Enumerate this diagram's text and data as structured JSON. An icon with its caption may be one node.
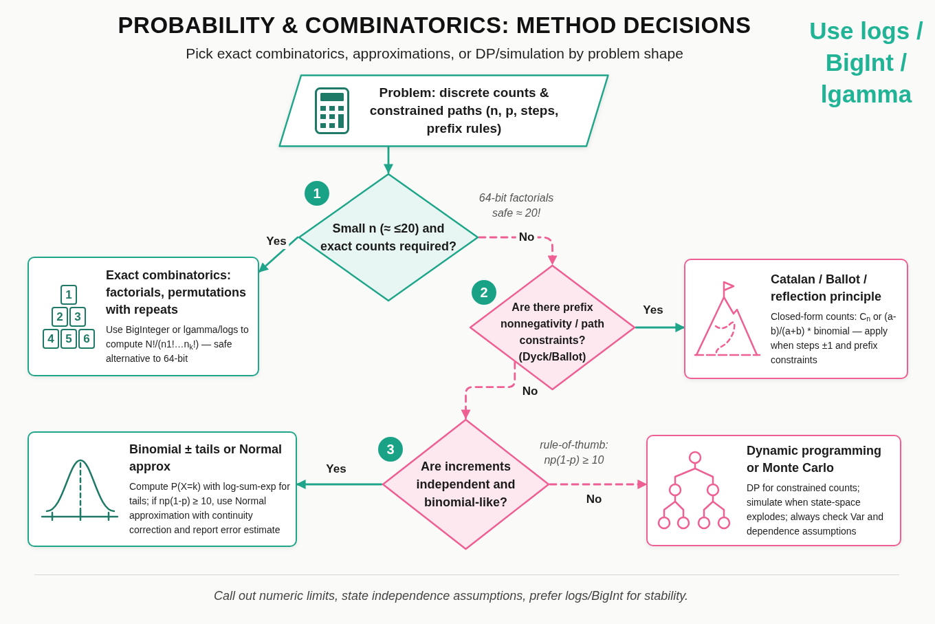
{
  "diagram": {
    "title": "PROBABILITY & COMBINATORICS: METHOD DECISIONS",
    "caption": "Call out numeric limits, state independence assumptions, prefer logs/BigInt for stability.",
    "nodes": [
      {
        "text": [
          "Problem: discrete counts & constrained paths (n, p, steps, prefix rules)"
        ]
      },
      {
        "text": [
          "Small n (≈ ≤20) and exact counts required?"
        ],
        "beside": [
          "1"
        ]
      },
      {
        "text": [
          "Exact combinatorics: factorials, permutations with repeats",
          "Use BigInteger or lgamma/logs to compute N!/(n1!…n$_{k}$!) — safe alternative to 64-bit"
        ]
      },
      {
        "text": [
          "Are there prefix nonnegativity / path constraints? (Dyck/Ballot)"
        ],
        "beside": [
          "2"
        ]
      },
      {
        "text": [
          "Catalan / Ballot / reflection principle",
          "Closed-form counts: C$_{n}$ or (a-b)/(a+b) * binomial — apply when steps ±1 and prefix constraints"
        ]
      },
      {
        "text": [
          "Are increments independent and binomial-like?"
        ],
        "beside": [
          "3"
        ]
      },
      {
        "text": [
          "Binomial ± tails or Normal approx",
          "Compute P(X=k) with log-sum-exp for tails; if np(1-p) ≥ 10, use Normal approximation with continuity correction and report error estimate"
        ]
      },
      {
        "text": [
          "Dynamic programming or Monte Carlo",
          "DP for constrained counts; simulate when state-space explodes; always check Var and dependence assumptions"
        ]
      }
    ],
    "edges": [
      {
        "from": 0,
        "to": 1,
        "arrow": "to"
      },
      {
        "from": 1,
        "to": 2,
        "arrow": "to",
        "label": "Yes"
      },
      {
        "from": 1,
        "to": 3,
        "arrow": "to",
        "label": "No",
        "style": "dashed",
        "color": "#ee5f93"
      },
      {
        "from": 3,
        "to": 4,
        "arrow": "to",
        "label": "Yes"
      },
      {
        "from": 3,
        "to": 5,
        "arrow": "to",
        "label": "No",
        "style": "dashed",
        "color": "#ee5f93"
      },
      {
        "from": 5,
        "to": 6,
        "arrow": "to",
        "label": "Yes"
      },
      {
        "from": 5,
        "to": 7,
        "arrow": "to",
        "label": "No",
        "style": "dashed",
        "color": "#ee5f93"
      }
    ],
    "labels": [
      "Pick exact combinatorics, approximations, or DP/simulation by problem shape",
      "Use logs / BigInt / lgamma",
      "64-bit factorials safe ≈ 20!",
      "1",
      "2",
      "3",
      "4",
      "5",
      "6",
      "rule-of-thumb: np(1-p) ≥ 10"
    ]
  }
}
